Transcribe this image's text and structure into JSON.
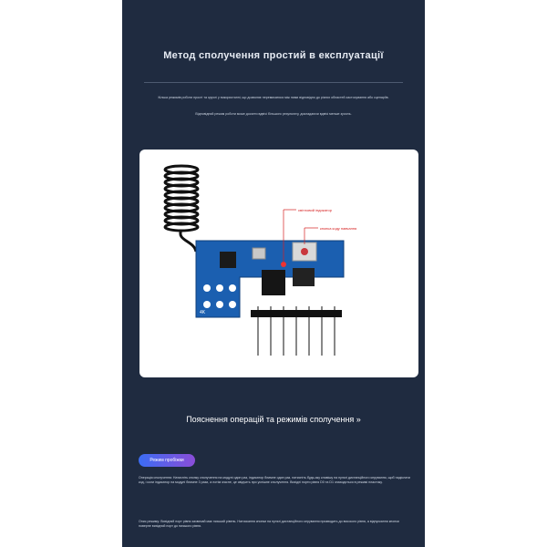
{
  "header": {
    "title": "Метод сполучення простий в експлуатації"
  },
  "intro": {
    "p1": "Кілька режимів роботи прості та зручні у використанні, що дозволяє перемикатися між ними відповідно до різних областей застосування або сценаріїв.",
    "p2": "Відповідний режим роботи може досягти вдвічі більшого результату, докладаючи вдвічі менше зусиль."
  },
  "image": {
    "label_indicator": "світловий індикатор",
    "label_button": "кнопка коду навчання",
    "module_mark": "4K",
    "colors": {
      "pcb": "#1b5fb0",
      "antenna": "#111111",
      "label_red": "#d62020"
    }
  },
  "section": {
    "title": "Пояснення операцій та режимів сполучення »",
    "badge": "Режим пробіжки"
  },
  "descriptions": {
    "d1": "Операція сполучення: Натисніть кнопку сполучення на модулі один раз, індикатор блимне один раз, натисніть будь-яку клавішу на пульті дистанційного керування, щоб надіслати код, і коли індикатор на модулі блимне 3 рази, а потім згасне, це свідчить про успішне сполучення. Вихідні порти рівня D0 та D1 знаходяться в режимі пластику.",
    "d2": "Опис режиму: Вихідний порт рівня зазвичай має низький рівень. Натискання кнопки на пульті дистанційного керування призводить до високого рівня, а відпускання кнопки поверне вихідний порт до низького рівня."
  }
}
